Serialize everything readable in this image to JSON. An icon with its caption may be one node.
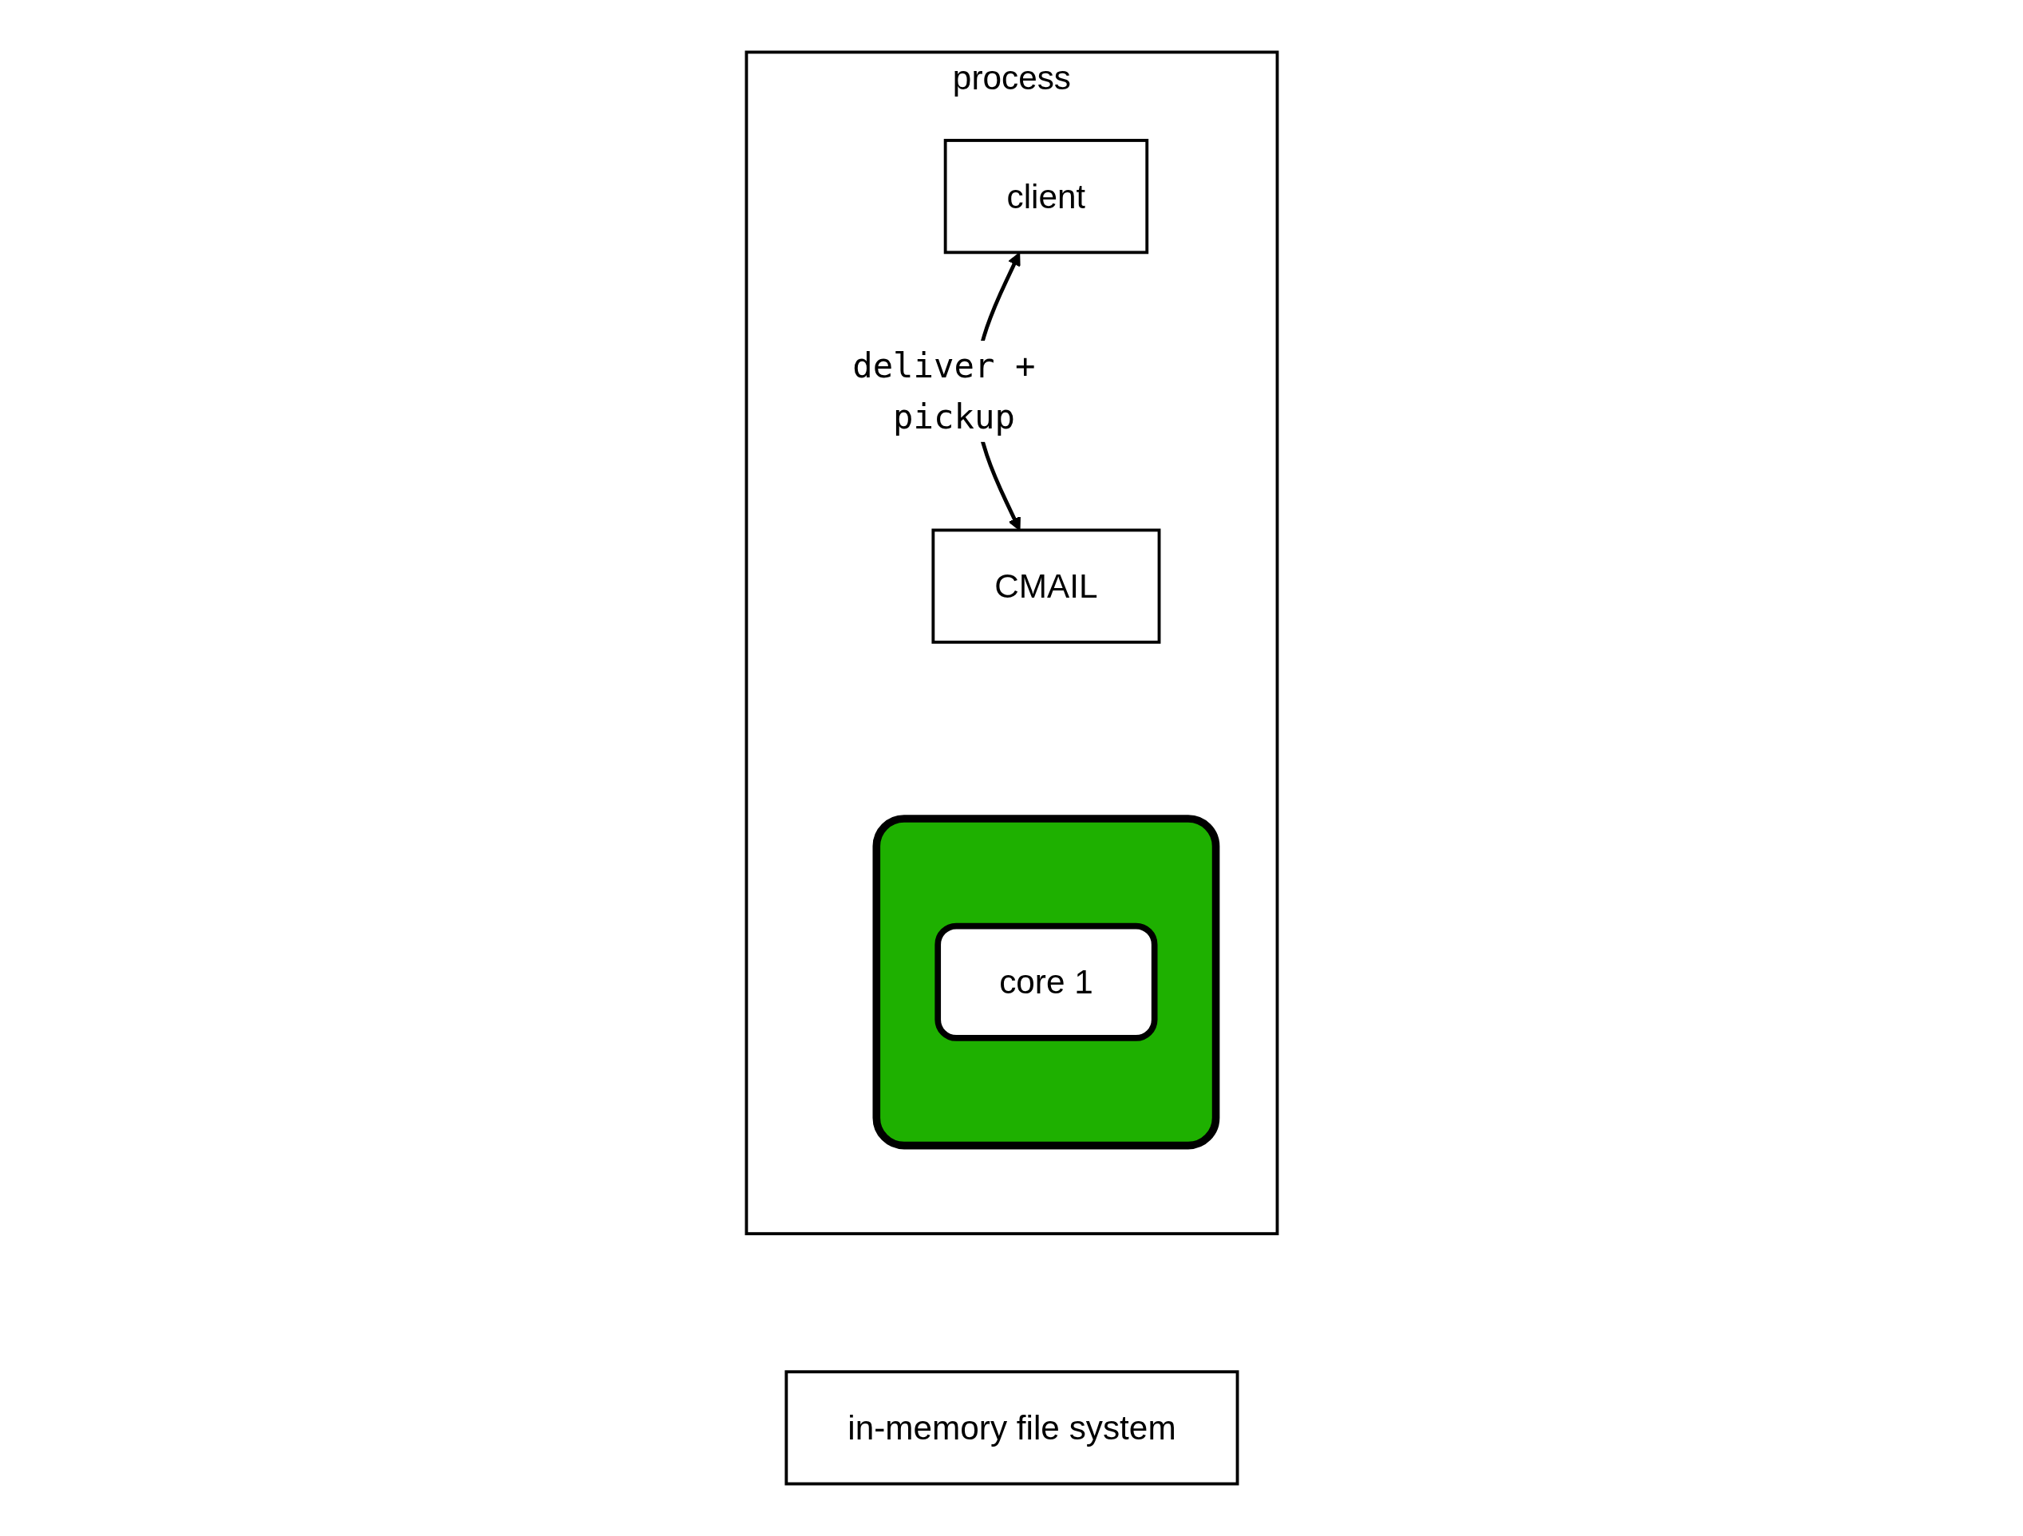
{
  "diagram": {
    "nodes": [
      {
        "text": [
          "process"
        ]
      },
      {
        "text": [
          "client"
        ],
        "in": 0
      },
      {
        "text": [
          "CMAIL"
        ],
        "in": 0
      },
      {
        "text": [],
        "shape": "box",
        "in": 0
      },
      {
        "text": [
          "core 1"
        ],
        "in": 3
      },
      {
        "text": [
          "in-memory file system"
        ]
      }
    ],
    "edges": [
      {
        "from": 1,
        "to": 2,
        "arrow": "both",
        "label": "deliver + pickup"
      }
    ]
  }
}
